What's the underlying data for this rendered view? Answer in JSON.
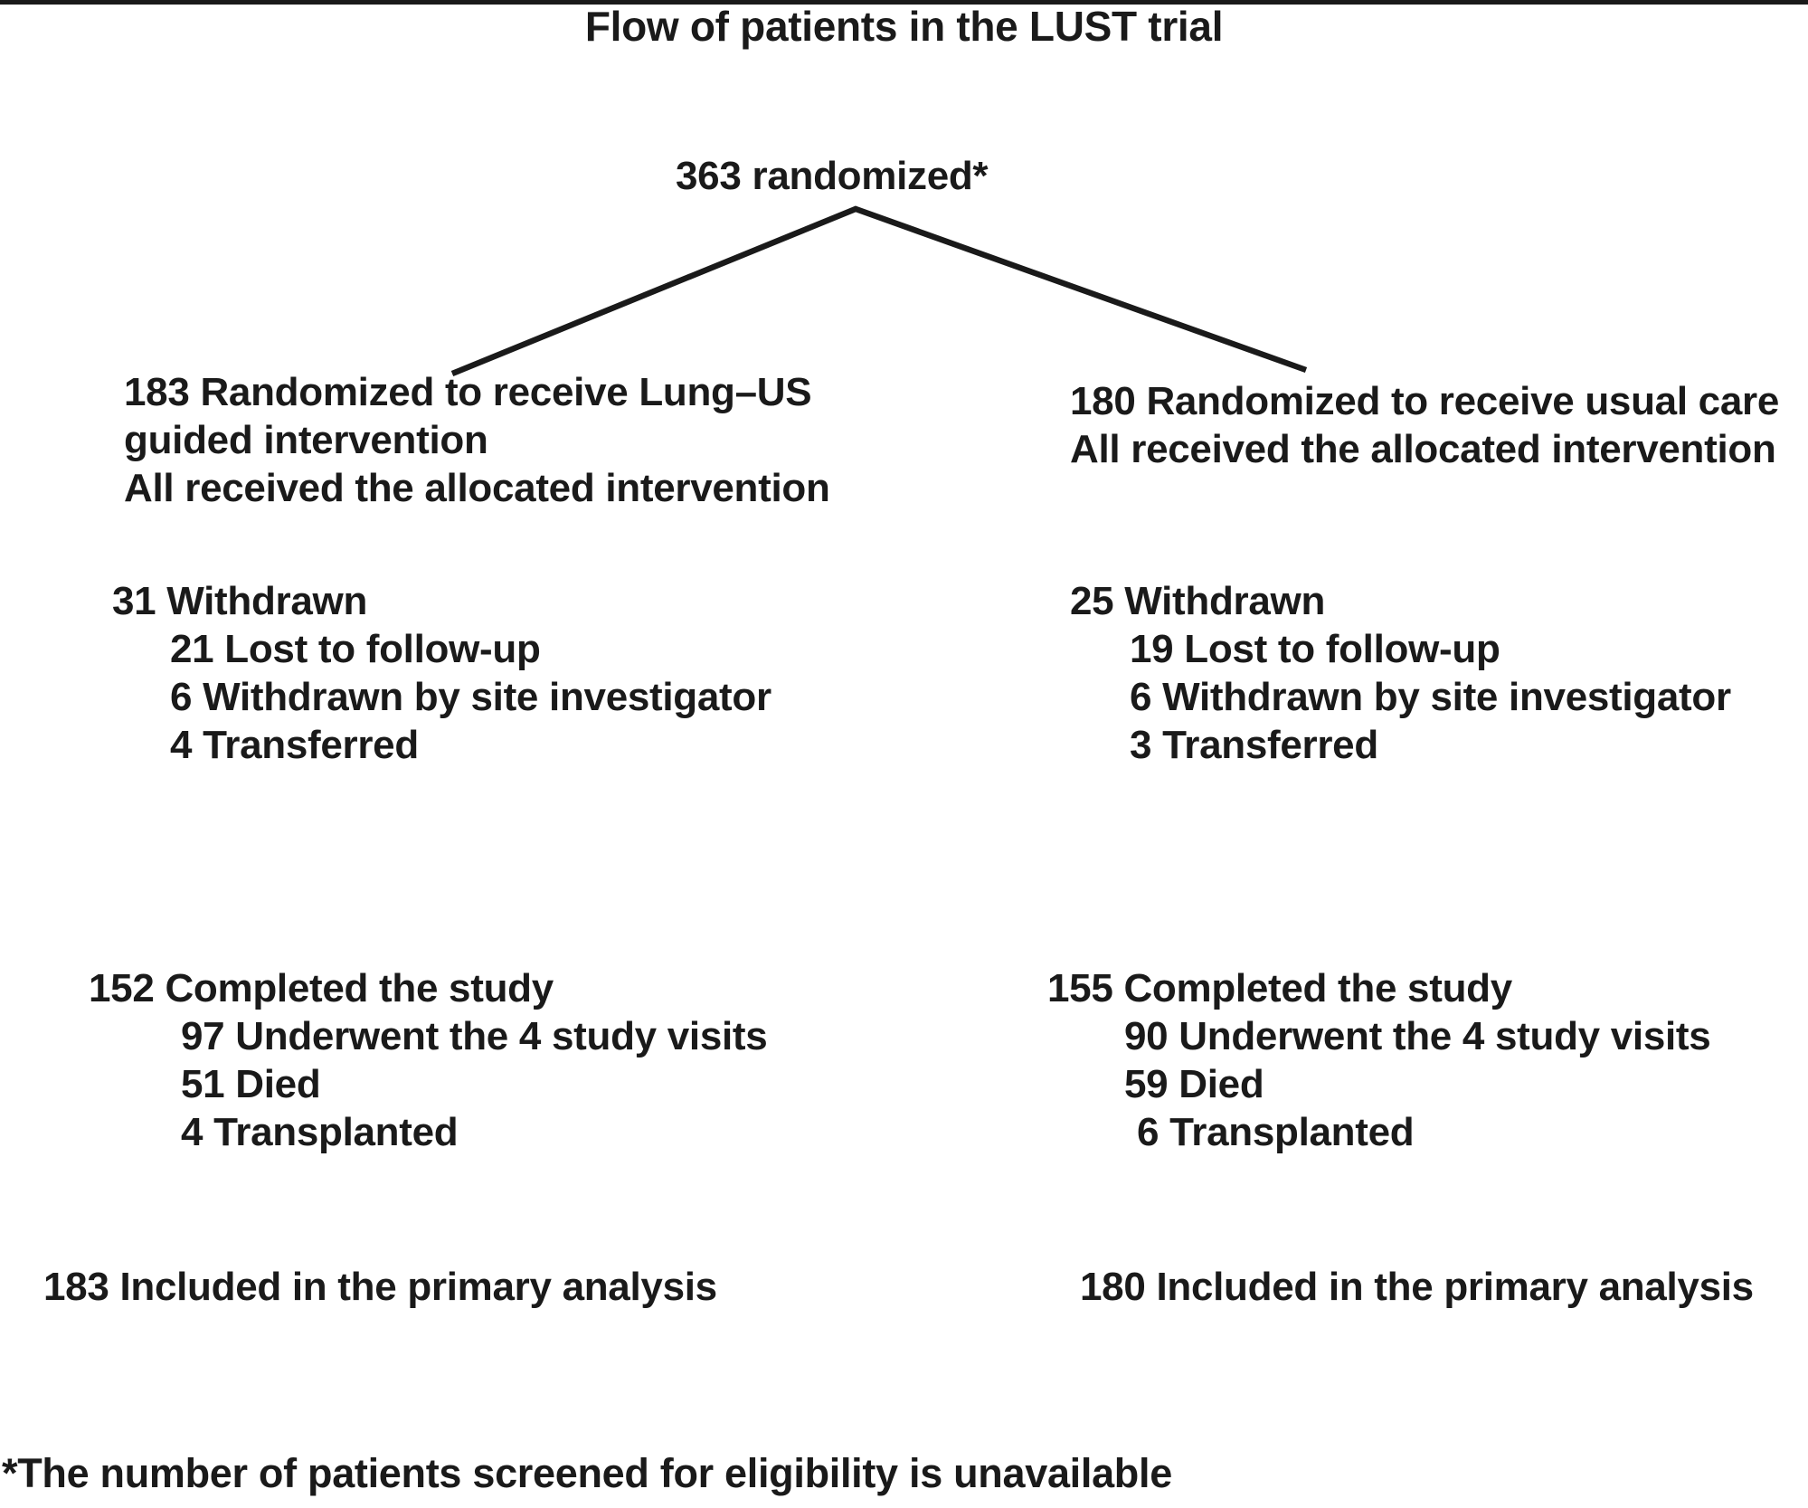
{
  "title": "Flow of patients in the LUST trial",
  "randomized": {
    "count": "363",
    "label": "randomized*"
  },
  "arms": [
    {
      "name": "lung-us-guided-intervention",
      "allocation": {
        "count": "183",
        "line1": "Randomized to receive Lung–US",
        "line2": "guided intervention",
        "line3": "All received the allocated intervention"
      },
      "withdrawn": {
        "count": "31",
        "label": "Withdrawn",
        "details": [
          {
            "count": "21",
            "label": "Lost to follow-up"
          },
          {
            "count": "6",
            "label": "Withdrawn by site investigator"
          },
          {
            "count": "4",
            "label": "Transferred"
          }
        ]
      },
      "completed": {
        "count": "152",
        "label": "Completed the study",
        "details": [
          {
            "count": "97",
            "label": "Underwent the 4 study visits"
          },
          {
            "count": "51",
            "label": "Died"
          },
          {
            "count": "4",
            "label": "Transplanted"
          }
        ]
      },
      "analysis": {
        "count": "183",
        "label": "Included in the primary analysis"
      }
    },
    {
      "name": "usual-care",
      "allocation": {
        "count": "180",
        "line1": "Randomized to receive usual care",
        "line2": "All received the allocated intervention"
      },
      "withdrawn": {
        "count": "25",
        "label": "Withdrawn",
        "details": [
          {
            "count": "19",
            "label": "Lost to follow-up"
          },
          {
            "count": "6",
            "label": "Withdrawn by site investigator"
          },
          {
            "count": "3",
            "label": "Transferred"
          }
        ]
      },
      "completed": {
        "count": "155",
        "label": "Completed the study",
        "details": [
          {
            "count": "90",
            "label": "Underwent the 4 study visits"
          },
          {
            "count": "59",
            "label": "Died"
          },
          {
            "count": "6",
            "label": "Transplanted"
          }
        ]
      },
      "analysis": {
        "count": "180",
        "label": "Included in the primary analysis"
      }
    }
  ],
  "footnote": "*The number of patients screened for eligibility is unavailable",
  "colors": {
    "text": "#1a1a1a",
    "line": "#1a1a1a",
    "background": "#ffffff"
  }
}
